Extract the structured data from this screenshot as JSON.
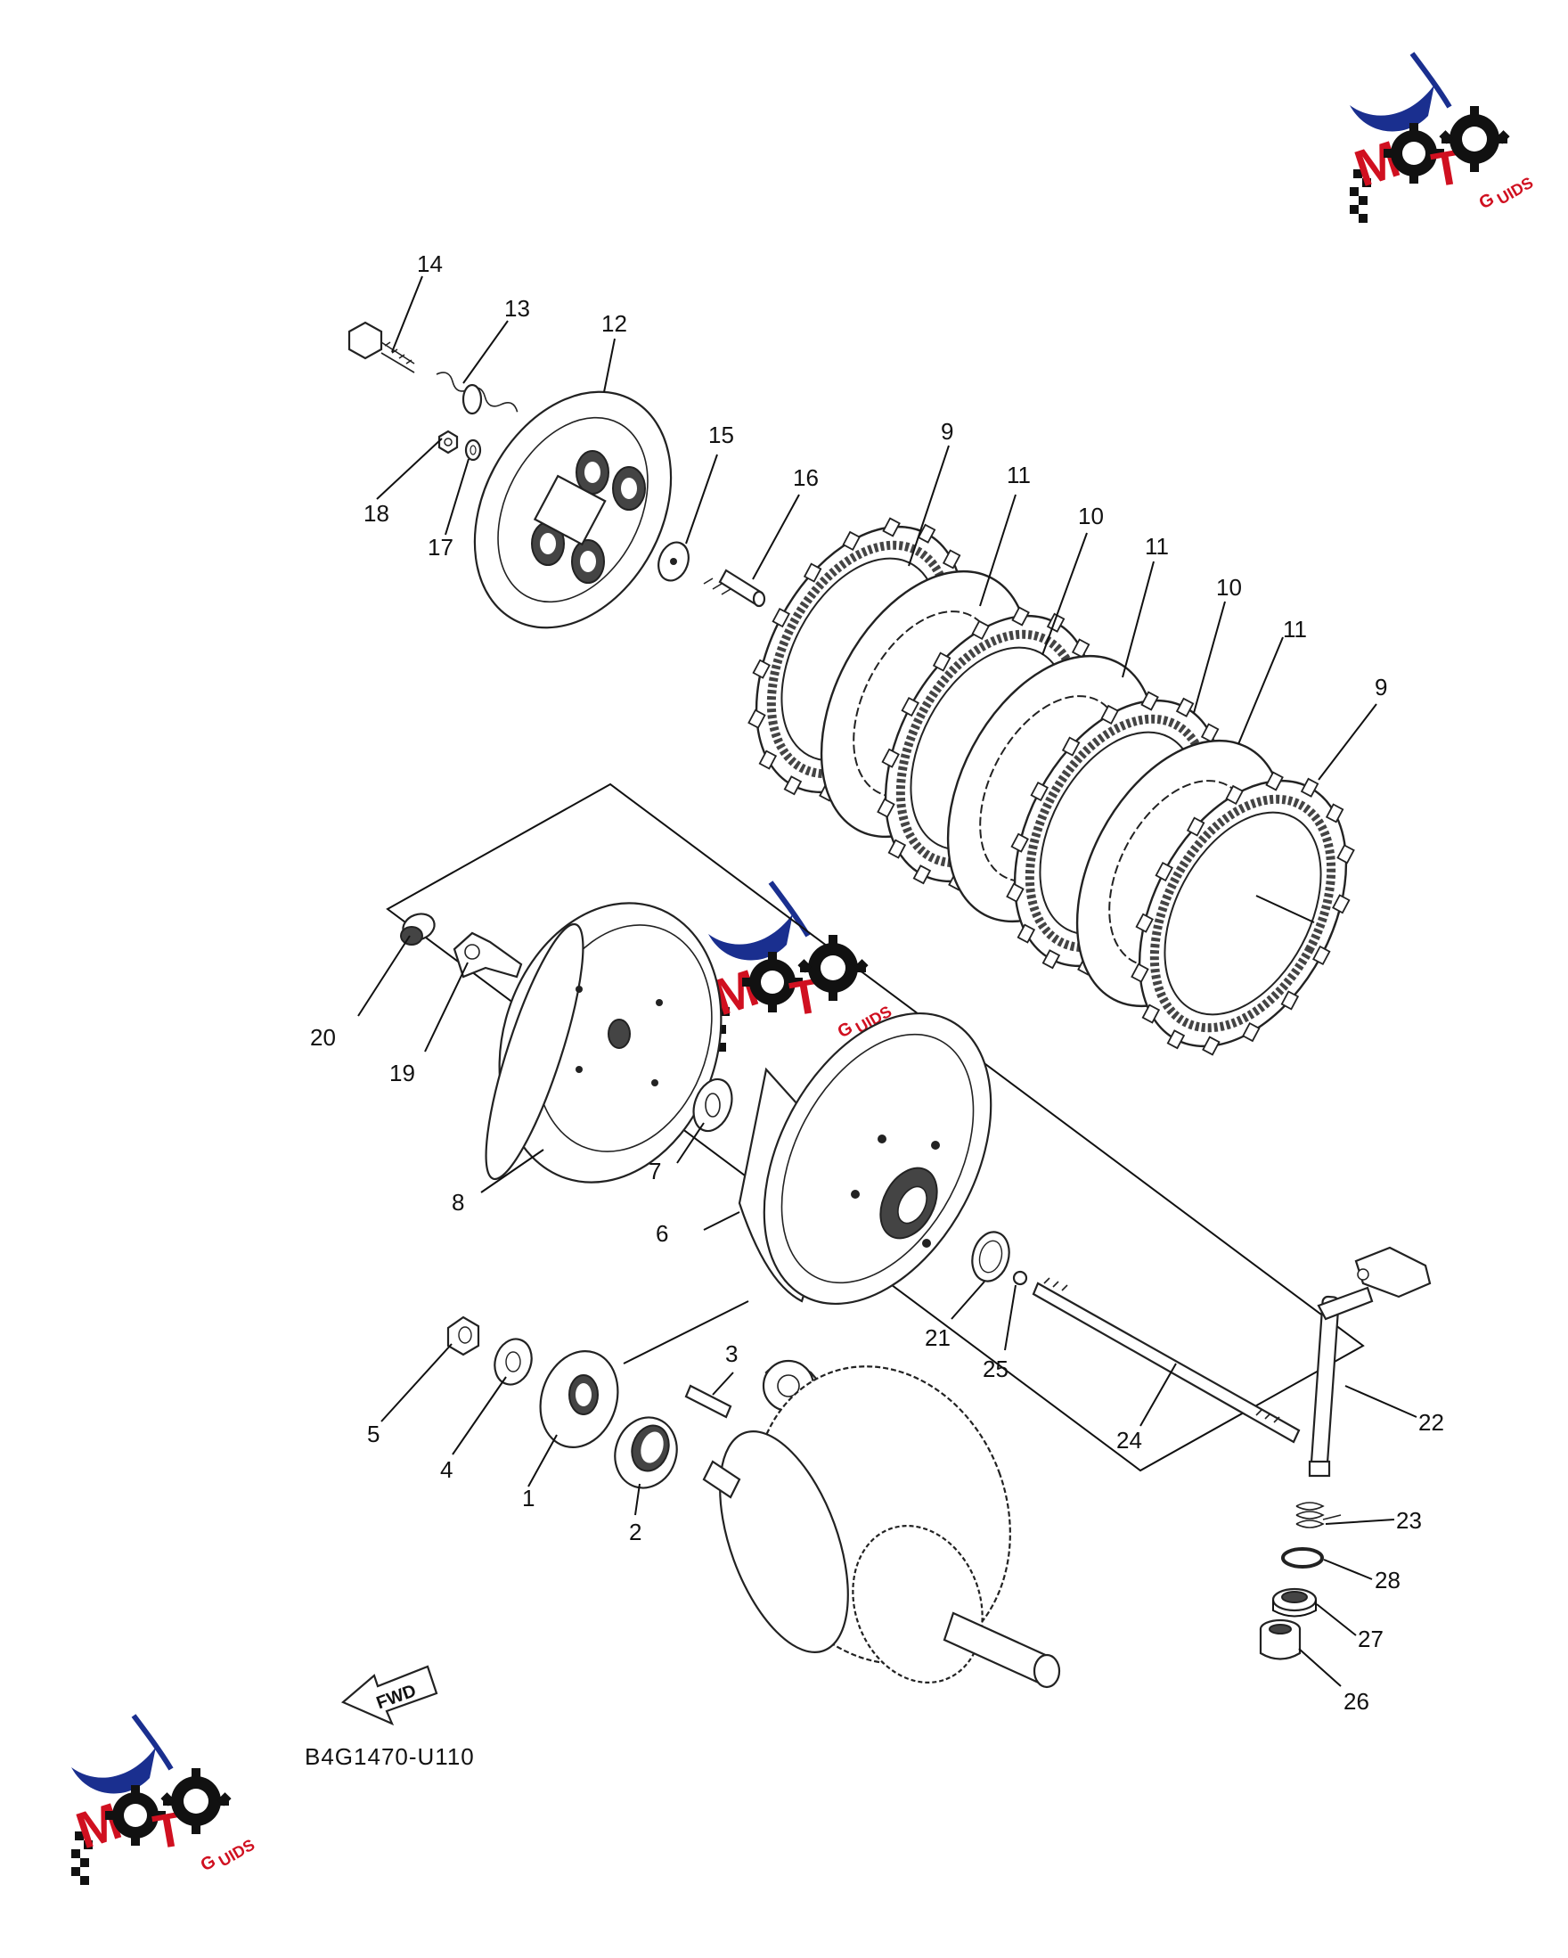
{
  "diagram": {
    "drawing_code": "B4G1470-U110",
    "fwd_label": "FWD",
    "callouts": [
      {
        "id": "c1",
        "text": "1"
      },
      {
        "id": "c2",
        "text": "2"
      },
      {
        "id": "c3",
        "text": "3"
      },
      {
        "id": "c4",
        "text": "4"
      },
      {
        "id": "c5",
        "text": "5"
      },
      {
        "id": "c6",
        "text": "6"
      },
      {
        "id": "c7",
        "text": "7"
      },
      {
        "id": "c8",
        "text": "8"
      },
      {
        "id": "c9a",
        "text": "9"
      },
      {
        "id": "c9b",
        "text": "9"
      },
      {
        "id": "c10a",
        "text": "10"
      },
      {
        "id": "c10b",
        "text": "10"
      },
      {
        "id": "c11a",
        "text": "11"
      },
      {
        "id": "c11b",
        "text": "11"
      },
      {
        "id": "c11c",
        "text": "11"
      },
      {
        "id": "c12",
        "text": "12"
      },
      {
        "id": "c13",
        "text": "13"
      },
      {
        "id": "c14",
        "text": "14"
      },
      {
        "id": "c15",
        "text": "15"
      },
      {
        "id": "c16",
        "text": "16"
      },
      {
        "id": "c17",
        "text": "17"
      },
      {
        "id": "c18",
        "text": "18"
      },
      {
        "id": "c19",
        "text": "19"
      },
      {
        "id": "c20",
        "text": "20"
      },
      {
        "id": "c21",
        "text": "21"
      },
      {
        "id": "c22",
        "text": "22"
      },
      {
        "id": "c23",
        "text": "23"
      },
      {
        "id": "c24",
        "text": "24"
      },
      {
        "id": "c25",
        "text": "25"
      },
      {
        "id": "c26",
        "text": "26"
      },
      {
        "id": "c27",
        "text": "27"
      },
      {
        "id": "c28",
        "text": "28"
      }
    ]
  },
  "watermark": {
    "letters": [
      "M",
      "O",
      "T",
      "O"
    ],
    "suffix": "UIDS",
    "colors": {
      "red": "#d01020",
      "navy": "#1a2f8f",
      "black": "#111111"
    }
  }
}
